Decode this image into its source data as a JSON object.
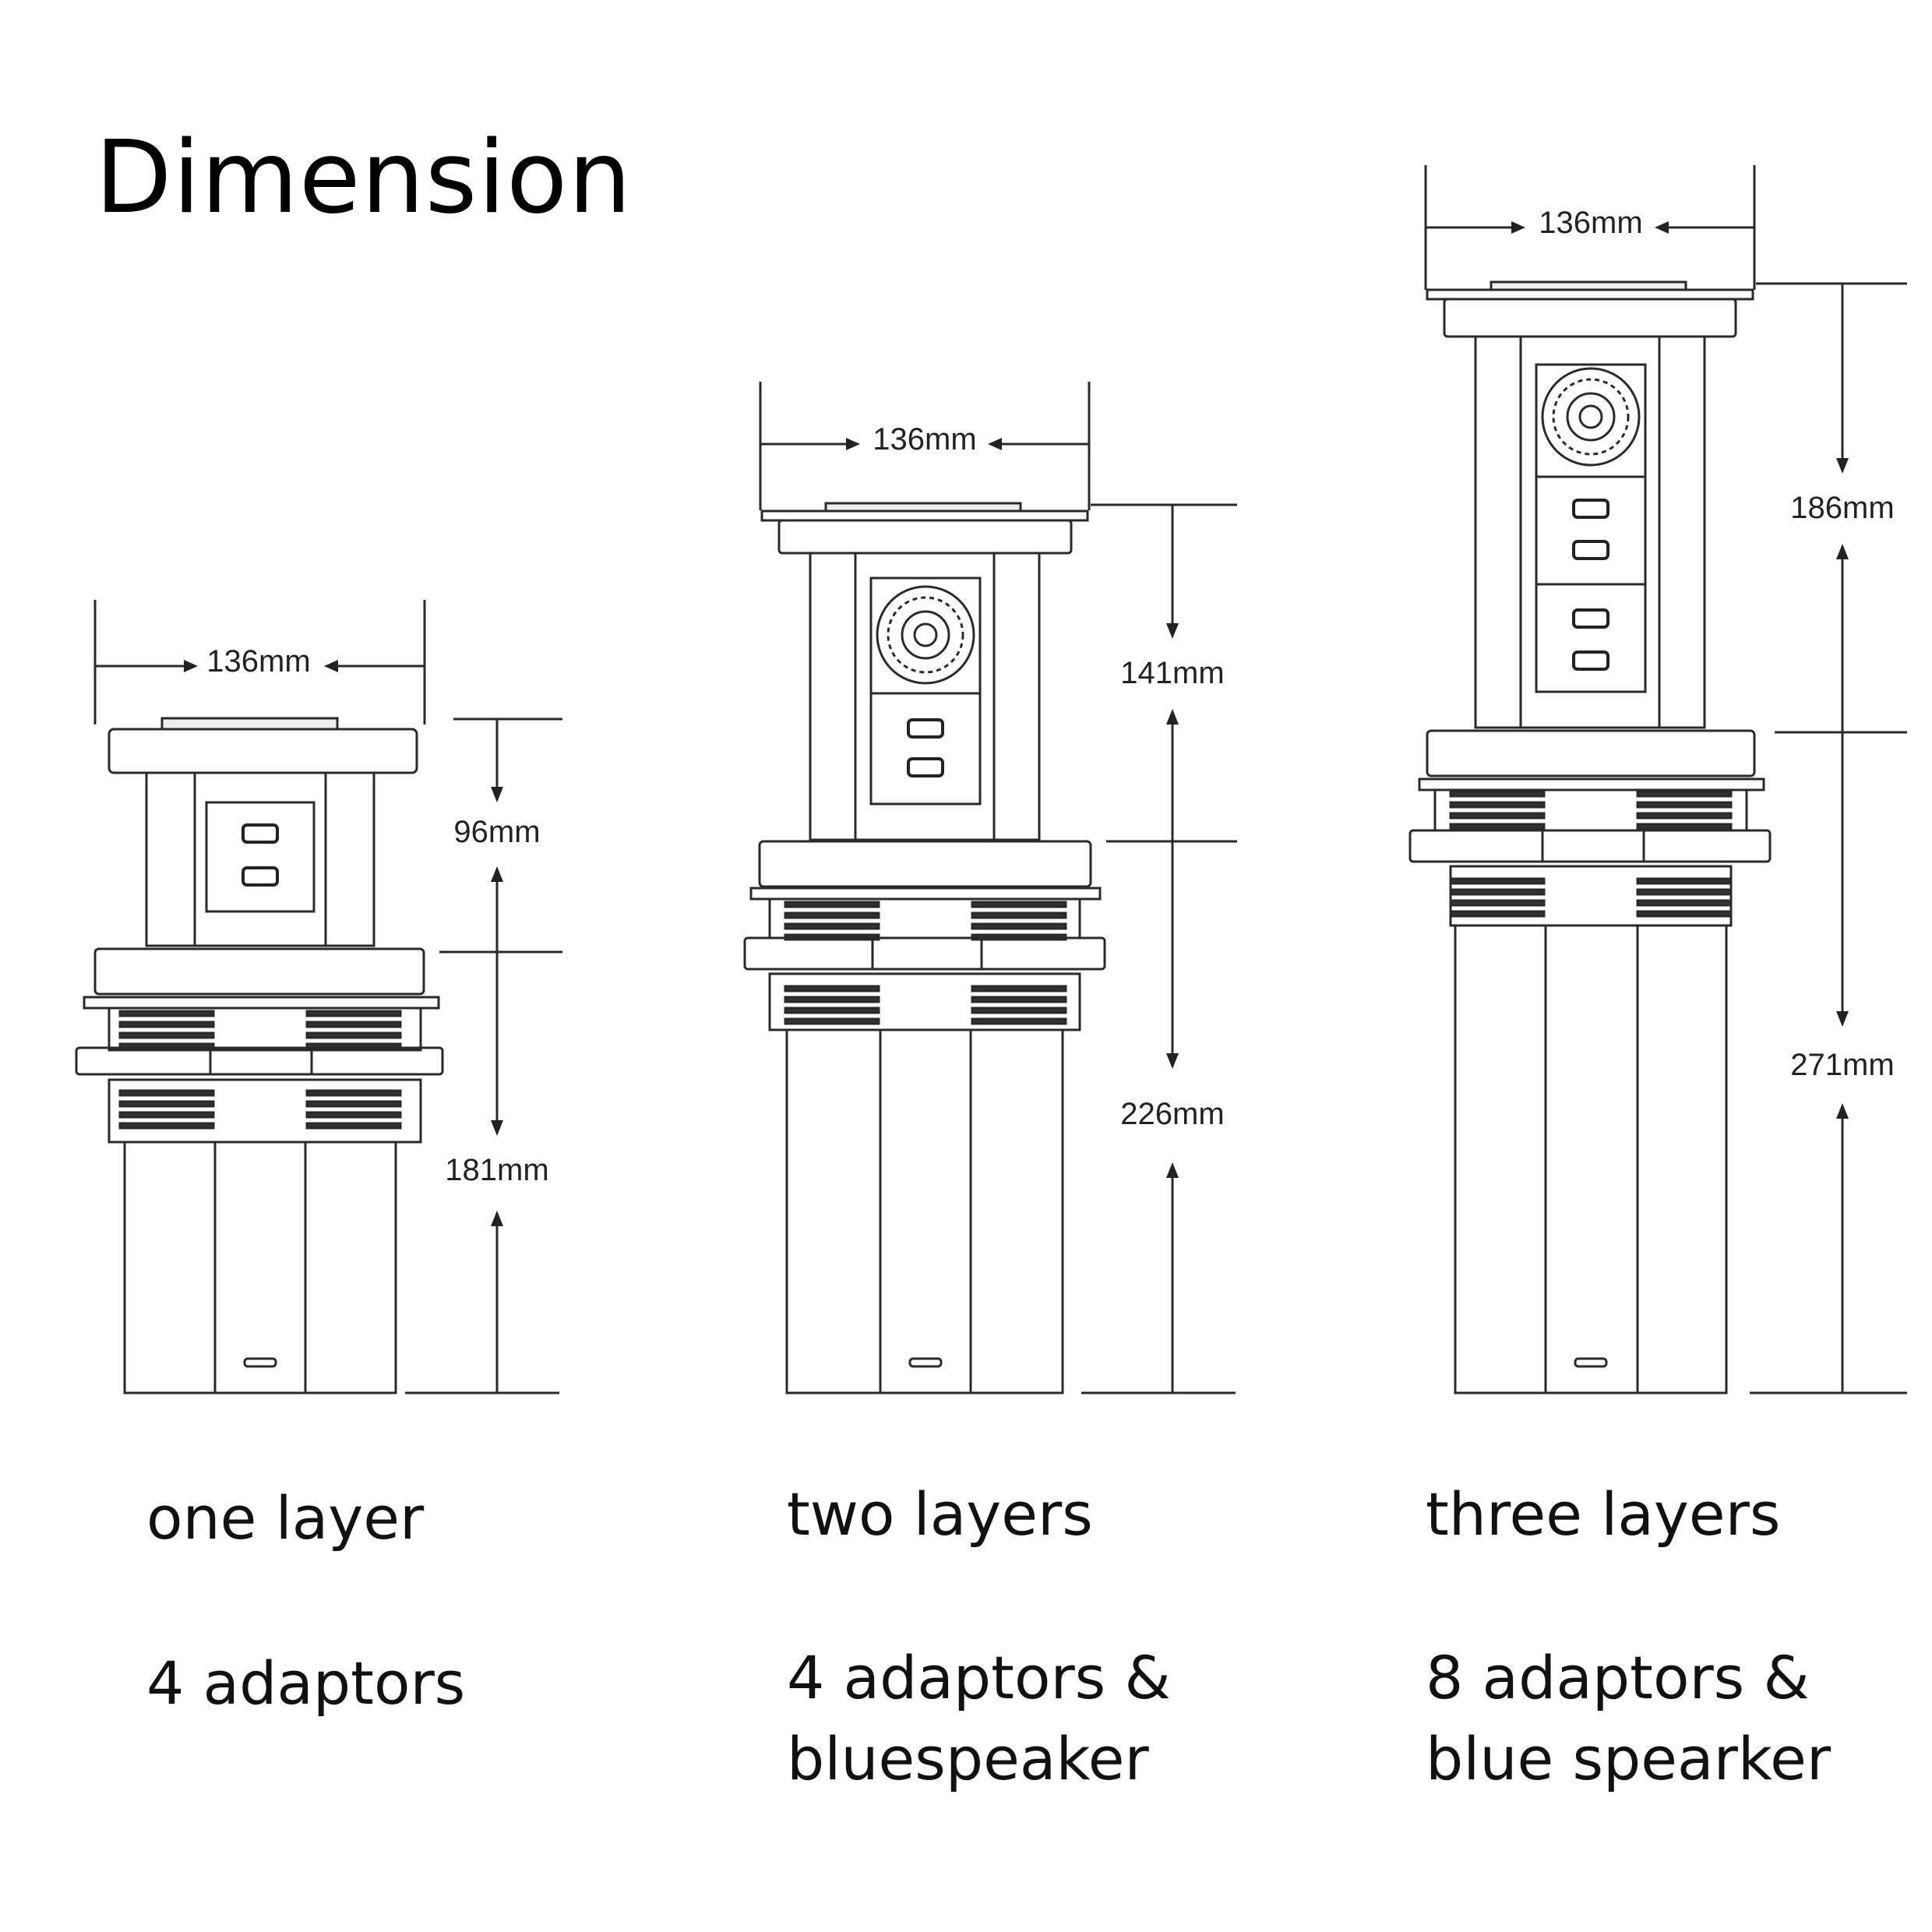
{
  "title": "Dimension",
  "dimensions": {
    "one": {
      "width": "136mm",
      "upper": "96mm",
      "lower": "181mm"
    },
    "two": {
      "width": "136mm",
      "upper": "141mm",
      "lower": "226mm"
    },
    "three": {
      "width": "136mm",
      "upper": "186mm",
      "lower": "271mm"
    }
  },
  "captions": {
    "one": {
      "name": "one layer",
      "desc_line1": "4 adaptors",
      "desc_line2": ""
    },
    "two": {
      "name": "two layers",
      "desc_line1": "4 adaptors &",
      "desc_line2": "bluespeaker"
    },
    "three": {
      "name": "three layers",
      "desc_line1": "8 adaptors &",
      "desc_line2": "blue spearker"
    }
  },
  "colors": {
    "line": "#2a2a2a",
    "text": "#111111"
  }
}
